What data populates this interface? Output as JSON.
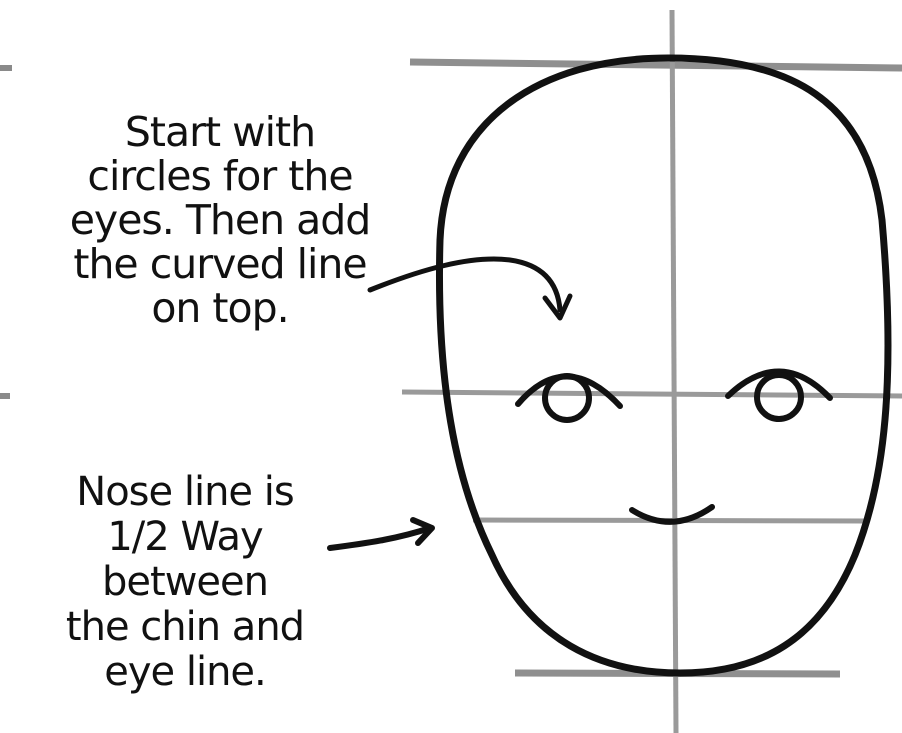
{
  "annotations": {
    "eyes": {
      "lines": [
        "Start with",
        "circles for the",
        "eyes.  Then add",
        "the curved line",
        "on top."
      ]
    },
    "nose": {
      "lines": [
        "Nose line is",
        "1/2 Way",
        "between",
        "the chin and",
        "eye line."
      ]
    }
  },
  "colors": {
    "guide_line": "#9a9a9a",
    "stroke": "#111111",
    "background": "#ffffff"
  }
}
